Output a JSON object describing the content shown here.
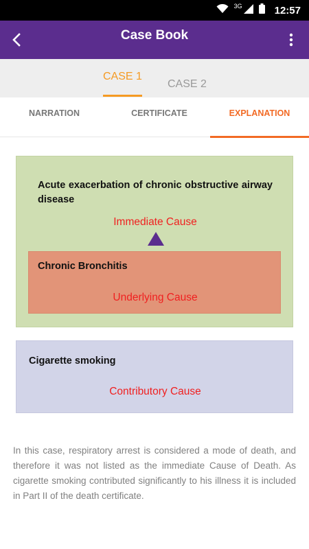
{
  "status_bar": {
    "network": "3G",
    "time": "12:57"
  },
  "app_bar": {
    "title": "Case Book"
  },
  "case_tabs": [
    {
      "label": "CASE 1",
      "active": true
    },
    {
      "label": "CASE 2",
      "active": false
    }
  ],
  "sub_tabs": [
    {
      "label": "NARRATION",
      "active": false
    },
    {
      "label": "CERTIFICATE",
      "active": false
    },
    {
      "label": "EXPLANATION",
      "active": true
    }
  ],
  "diagram": {
    "immediate": {
      "text": "Acute exacerbation of chronic obstructive airway disease",
      "label": "Immediate Cause"
    },
    "underlying": {
      "text": "Chronic Bronchitis",
      "label": "Underlying Cause"
    },
    "contributory": {
      "text": "Cigarette smoking",
      "label": "Contributory Cause"
    }
  },
  "explanation_text": "In this case, respiratory arrest is considered a mode of death, and therefore it was not listed as the immediate Cause of Death. As cigarette smoking contributed significantly to his illness it is included in Part II of the death certificate.",
  "colors": {
    "app_bar": "#5b2d8e",
    "case_accent": "#f59a23",
    "tab_accent": "#f26a24",
    "cause_label": "#f02020",
    "immediate_box": "#cfdeb2",
    "underlying_box": "#e29478",
    "contributory_box": "#d2d4e8",
    "arrow": "#5b2d8e"
  }
}
